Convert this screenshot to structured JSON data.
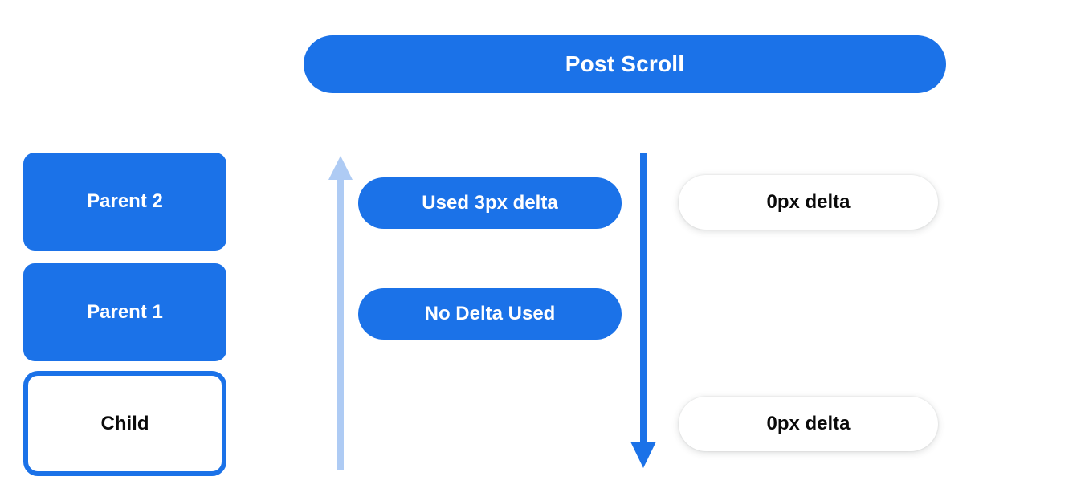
{
  "header": {
    "title": "Post Scroll"
  },
  "colors": {
    "blue": "#1b72e8",
    "light_blue": "#aecbf4",
    "white": "#ffffff",
    "text_dark": "#0a0a0a"
  },
  "stack": {
    "boxes": [
      {
        "label": "Parent 2",
        "style": "filled"
      },
      {
        "label": "Parent 1",
        "style": "filled"
      },
      {
        "label": "Child",
        "style": "outlined"
      }
    ]
  },
  "arrows": [
    {
      "name": "scroll-up-arrow",
      "direction": "up",
      "color": "#aecbf4"
    },
    {
      "name": "scroll-down-arrow",
      "direction": "down",
      "color": "#1b72e8"
    }
  ],
  "notes": [
    {
      "label": "Used 3px delta"
    },
    {
      "label": "No Delta Used"
    }
  ],
  "deltas": [
    {
      "label": "0px delta"
    },
    {
      "label": "0px delta"
    }
  ]
}
